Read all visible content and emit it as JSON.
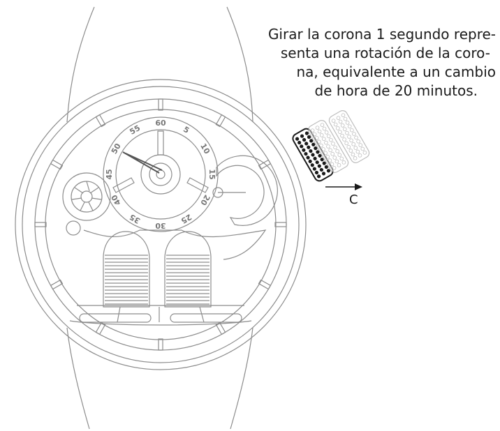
{
  "caption": {
    "line1": "Girar la corona 1 segundo repre-",
    "line2": "senta una rotación de la coro-",
    "line3": "na, equivalente a un cambio",
    "line4": "de hora de 20 minutos."
  },
  "direction_label": "C",
  "minute_scale": [
    "60",
    "5",
    "10",
    "15",
    "20",
    "25",
    "30",
    "35",
    "40",
    "45",
    "50",
    "55"
  ],
  "colors": {
    "line": "#8c8c8c",
    "ink": "#1a1a1a"
  }
}
